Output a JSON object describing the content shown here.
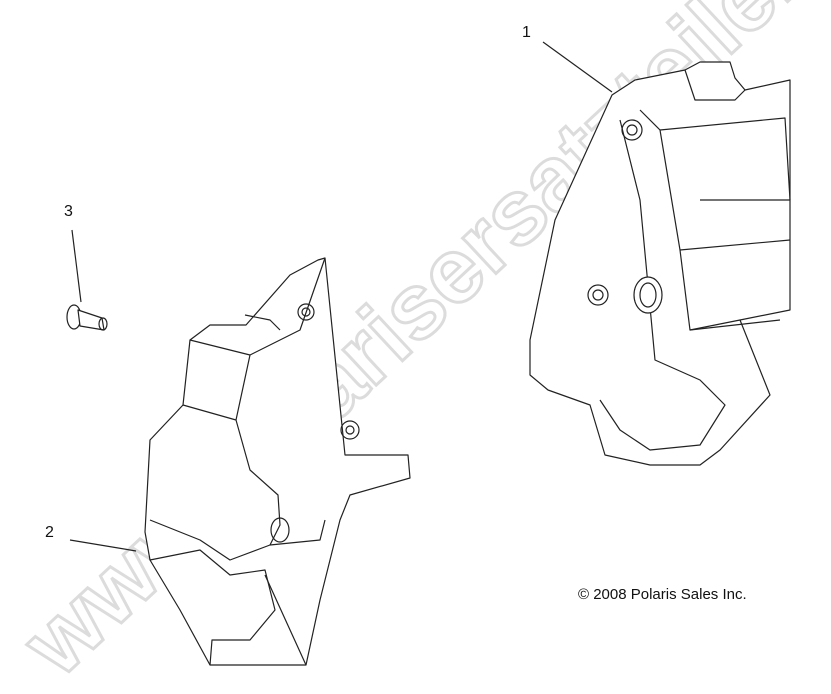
{
  "diagram": {
    "type": "exploded-parts-view",
    "callouts": [
      {
        "id": "1",
        "label": "1",
        "part": "right-side-panel"
      },
      {
        "id": "2",
        "label": "2",
        "part": "left-side-panel"
      },
      {
        "id": "3",
        "label": "3",
        "part": "bolt"
      }
    ],
    "copyright": "© 2008 Polaris Sales Inc.",
    "watermark": "www.polarisersatzteile.de",
    "colors": {
      "line": "#222222",
      "fill": "#ffffff",
      "watermark": "#e6e6e6"
    }
  }
}
